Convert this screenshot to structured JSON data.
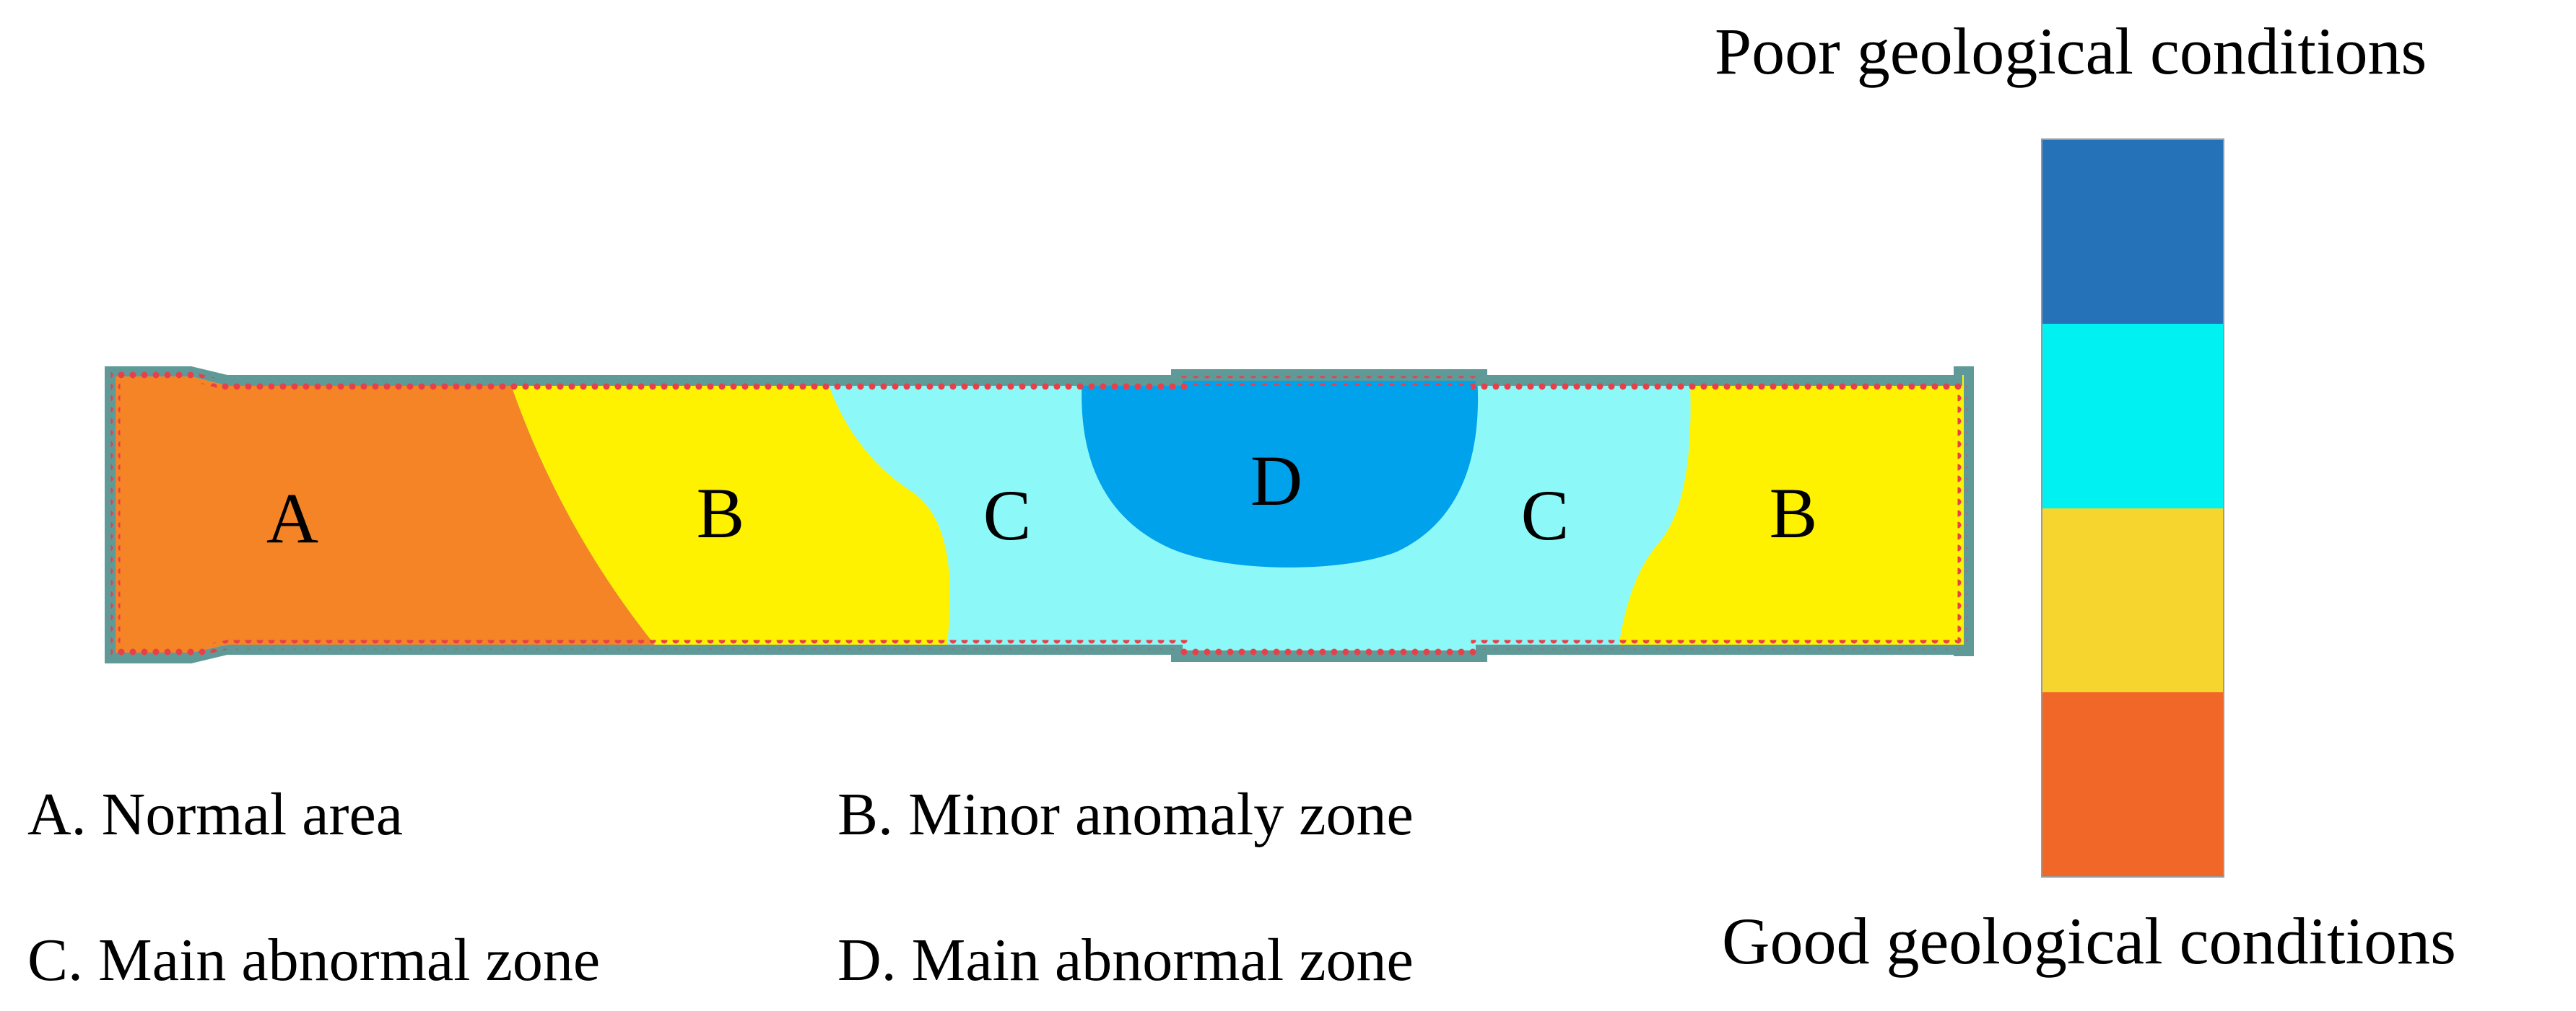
{
  "diagram": {
    "zones": [
      {
        "id": "A",
        "label": "A",
        "color": "#f58426"
      },
      {
        "id": "B-left",
        "label": "B",
        "color": "#fff200"
      },
      {
        "id": "C-left",
        "label": "C",
        "color": "#8df8f8"
      },
      {
        "id": "D",
        "label": "D",
        "color": "#00a2ec"
      },
      {
        "id": "C-right",
        "label": "C",
        "color": "#8df8f8"
      },
      {
        "id": "B-right",
        "label": "B",
        "color": "#fff200"
      }
    ],
    "tunnel_border_color": "#5f9a98",
    "tunnel_dot_color": "#e8404a"
  },
  "scale_bar": {
    "top_caption": "Poor geological conditions",
    "bottom_caption": "Good geological conditions",
    "segments": [
      {
        "color": "#2672b9"
      },
      {
        "color": "#00f1f1"
      },
      {
        "color": "#f6d52f"
      },
      {
        "color": "#f06727"
      }
    ]
  },
  "legend": {
    "items": [
      {
        "text": "A. Normal area"
      },
      {
        "text": "B. Minor anomaly zone"
      },
      {
        "text": "C. Main abnormal zone"
      },
      {
        "text": "D. Main abnormal zone"
      }
    ]
  }
}
